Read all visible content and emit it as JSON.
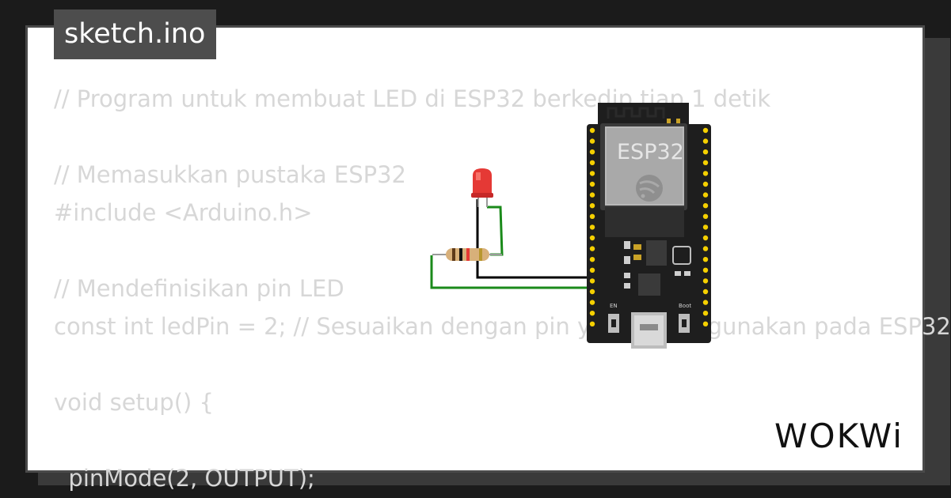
{
  "tab": {
    "label": "sketch.ino"
  },
  "code": {
    "lines": [
      "// Program untuk membuat LED di ESP32 berkedip tiap 1 detik",
      "",
      "// Memasukkan pustaka ESP32",
      "#include <Arduino.h>",
      "",
      "// Mendefinisikan pin LED",
      "const int ledPin = 2; // Sesuaikan dengan pin yang Anda gunakan pada ESP32",
      "",
      "void setup() {",
      "",
      "  pinMode(2, OUTPUT);"
    ]
  },
  "board": {
    "name": "ESP32",
    "en_label": "EN",
    "boot_label": "Boot"
  },
  "logo": {
    "text": "WOKWi"
  },
  "colors": {
    "background": "#1b1b1b",
    "tab_bg": "#4d4d4d",
    "code_text": "#d7d7d7",
    "board": "#1e1e1e",
    "led": "#e53935",
    "wire_green": "#1a8a1a",
    "wire_black": "#000000",
    "pin_yellow": "#f5d000"
  }
}
